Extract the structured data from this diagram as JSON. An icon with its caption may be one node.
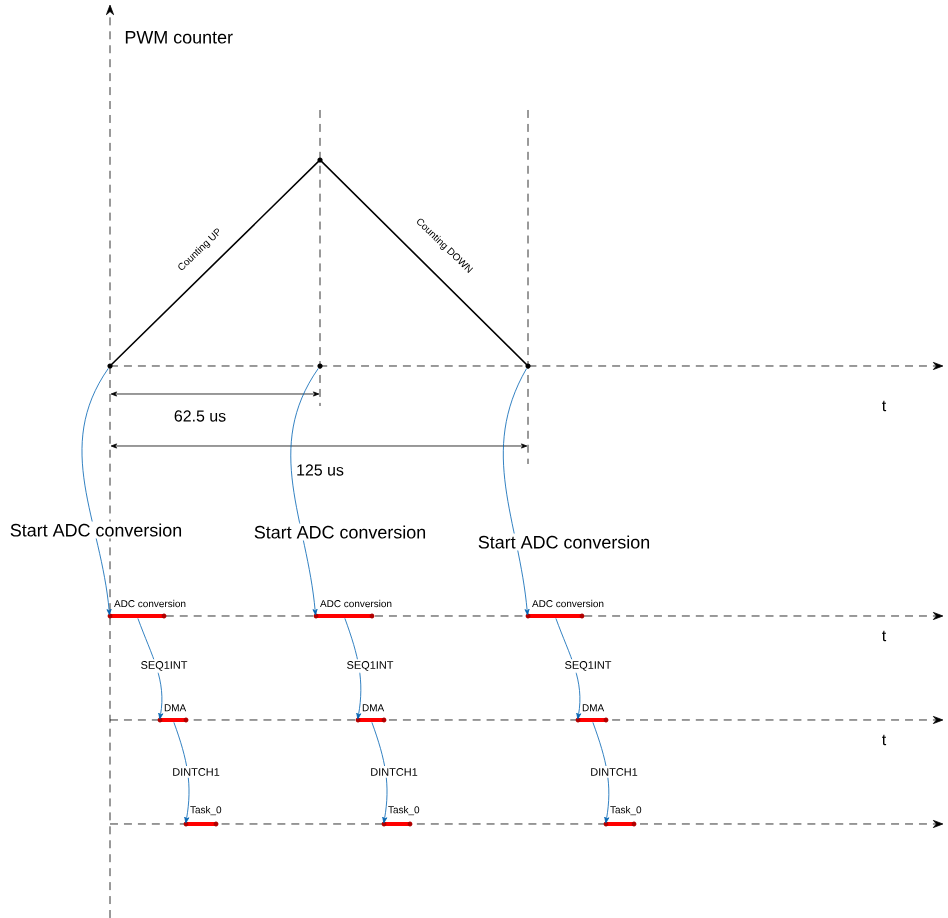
{
  "diagram": {
    "nodes": [
      {
        "text": [],
        "shape": "circle"
      },
      {
        "text": [],
        "shape": "circle"
      },
      {
        "text": [],
        "shape": "circle"
      },
      {
        "text": [
          "ADC conversion"
        ]
      },
      {
        "text": [
          "ADC conversion"
        ]
      },
      {
        "text": [
          "ADC conversion"
        ]
      },
      {
        "text": [
          "DMA"
        ]
      },
      {
        "text": [
          "DMA"
        ]
      },
      {
        "text": [
          "DMA"
        ]
      },
      {
        "text": [
          "Task_0"
        ]
      },
      {
        "text": [
          "Task_0"
        ]
      },
      {
        "text": [
          "Task_0"
        ]
      }
    ],
    "edges": [
      {
        "from": 0,
        "to": 3,
        "arrow": "to",
        "label": "Start ADC conversion"
      },
      {
        "from": 1,
        "to": 4,
        "arrow": "to",
        "label": "Start ADC conversion"
      },
      {
        "from": 2,
        "to": 5,
        "arrow": "to",
        "label": "Start ADC conversion"
      },
      {
        "from": 3,
        "to": 6,
        "arrow": "to",
        "label": "SEQ1INT"
      },
      {
        "from": 4,
        "to": 7,
        "arrow": "to",
        "label": "SEQ1INT"
      },
      {
        "from": 5,
        "to": 8,
        "arrow": "to",
        "label": "SEQ1INT"
      },
      {
        "from": 6,
        "to": 9,
        "arrow": "to",
        "label": "DINTCH1"
      },
      {
        "from": 7,
        "to": 10,
        "arrow": "to",
        "label": "DINTCH1"
      },
      {
        "from": 8,
        "to": 11,
        "arrow": "to",
        "label": "DINTCH1"
      }
    ],
    "labels": [
      "PWM counter",
      "Counting UP",
      "Counting DOWN",
      "62.5 us",
      "125 us",
      "t",
      "t",
      "t"
    ]
  }
}
